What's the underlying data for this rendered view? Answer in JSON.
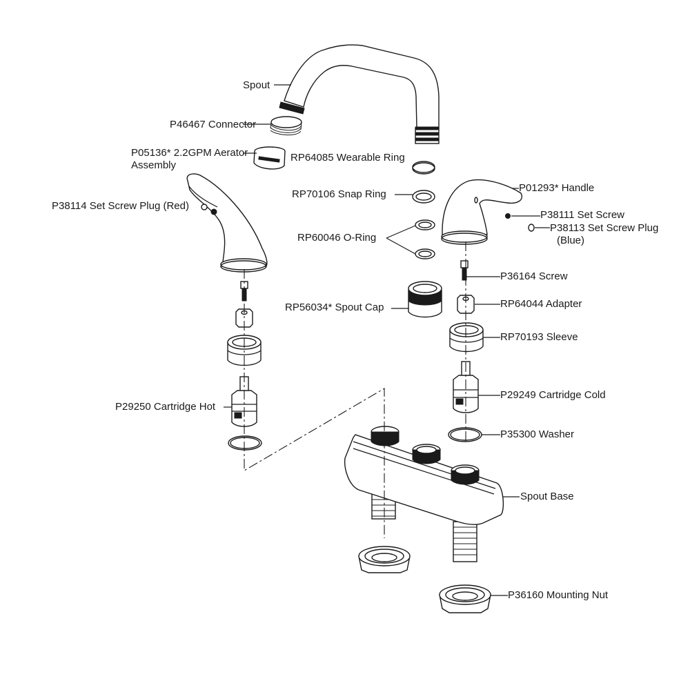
{
  "diagram": {
    "title": "Faucet exploded parts diagram",
    "labels": {
      "spout": "Spout",
      "connector": "P46467 Connector",
      "aerator_line1": "P05136* 2.2GPM Aerator",
      "aerator_line2": "Assembly",
      "wearable_ring": "RP64085 Wearable Ring",
      "snap_ring": "RP70106 Snap Ring",
      "handle": "P01293* Handle",
      "set_screw_plug_red": "P38114 Set Screw Plug (Red)",
      "set_screw": "P38111 Set Screw",
      "set_screw_plug_blue_line1": "P38113 Set Screw Plug",
      "set_screw_plug_blue_line2": "(Blue)",
      "o_ring": "RP60046 O-Ring",
      "screw": "P36164 Screw",
      "spout_cap": "RP56034* Spout Cap",
      "adapter": "RP64044 Adapter",
      "sleeve": "RP70193 Sleeve",
      "cartridge_cold": "P29249 Cartridge Cold",
      "cartridge_hot": "P29250 Cartridge Hot",
      "washer": "P35300 Washer",
      "spout_base": "Spout Base",
      "mounting_nut": "P36160 Mounting Nut"
    }
  }
}
